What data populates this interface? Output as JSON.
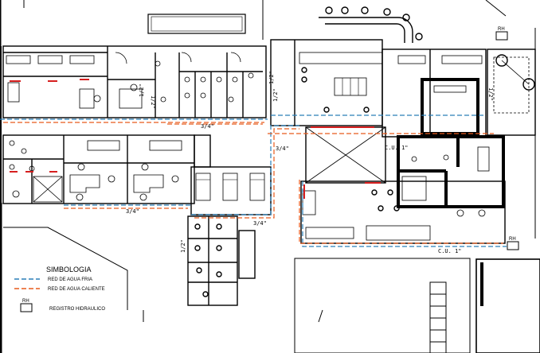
{
  "legend": {
    "title": "SIMBOLOGIA",
    "cold_water": {
      "label": "RED DE AGUA FRIA",
      "color": "#2a7fb8"
    },
    "hot_water": {
      "label": "RED DE AGUA CALIENTE",
      "color": "#e85a1c"
    },
    "register": {
      "badge": "RH",
      "label": "REGISTRO HIDRAULICO"
    }
  },
  "pipe_labels": {
    "north_top": "1/2\"",
    "office_vertical": "1/2\"",
    "corridor_a": "1/2\"",
    "corridor_b": "1/2\"",
    "branch_mid": "3/4\"",
    "branch_left": "3/4\"",
    "kitchen_mid": "3/4\"",
    "lower_service": "3/4\"",
    "baths_vertical": "1/2\"",
    "cu_upper": "C.U. 1\"",
    "cu_lower": "C.U. 1\"",
    "right_vertical": "1/2\""
  },
  "registers": {
    "top_right": "RH",
    "bottom_right": "RH"
  },
  "wall_color": "#000000",
  "accent_red": "#d61f1f"
}
